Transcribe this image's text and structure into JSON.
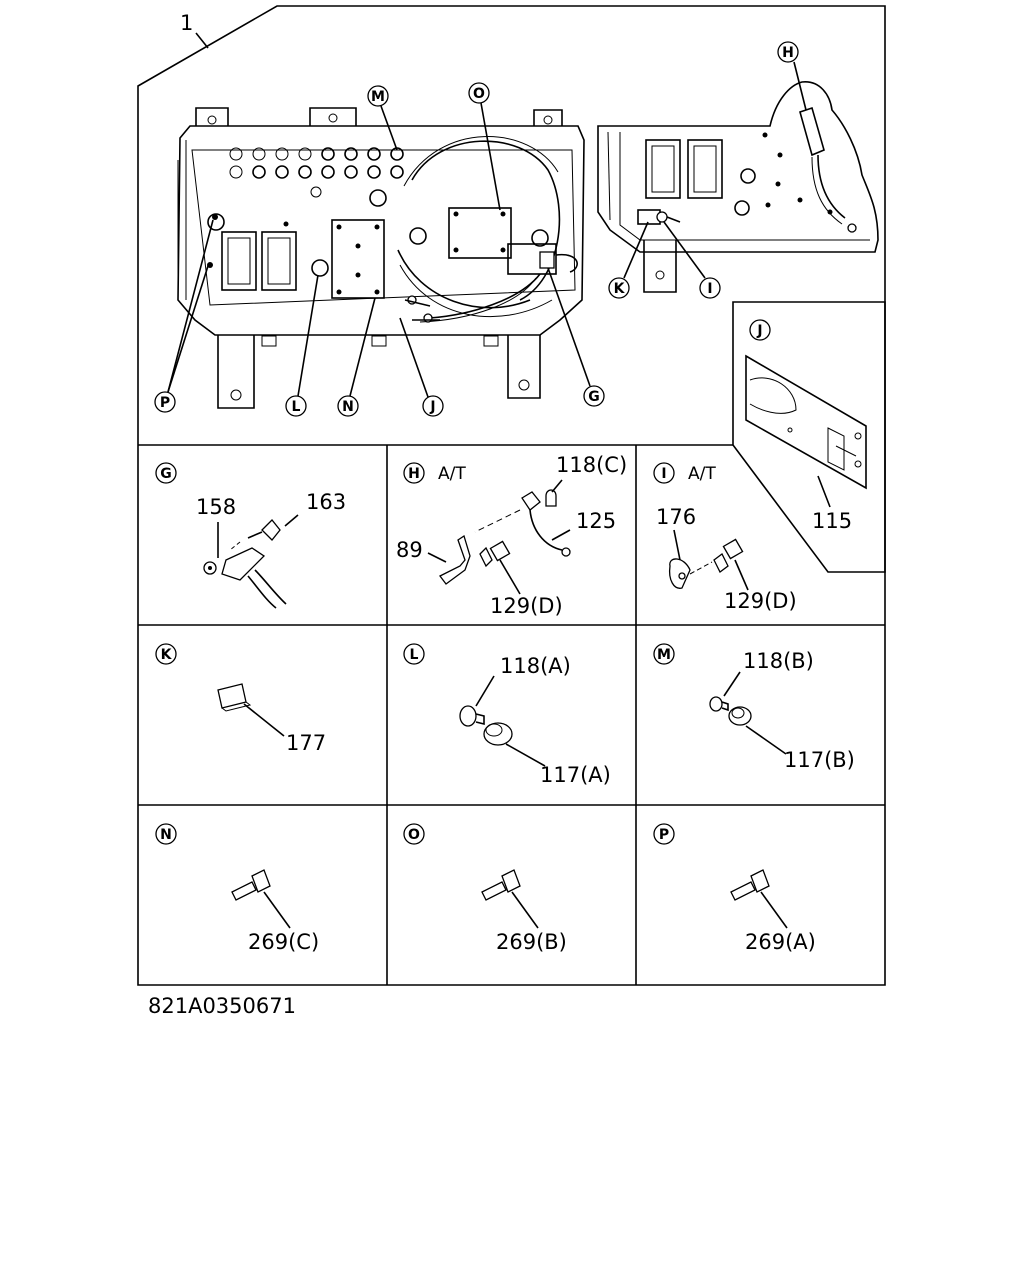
{
  "assembly": {
    "item_number": "1",
    "callouts": {
      "H": "H",
      "M": "M",
      "O": "O",
      "K": "K",
      "I": "I",
      "P": "P",
      "L": "L",
      "N": "N",
      "J": "J",
      "G": "G"
    }
  },
  "detail_panels": {
    "J": {
      "letter": "J",
      "parts": [
        "115"
      ]
    },
    "G": {
      "letter": "G",
      "parts": [
        "158",
        "163"
      ]
    },
    "H": {
      "letter": "H",
      "note": "A/T",
      "parts": [
        "118(C)",
        "125",
        "89",
        "129(D)"
      ]
    },
    "I": {
      "letter": "I",
      "note": "A/T",
      "parts": [
        "176",
        "129(D)"
      ]
    },
    "K": {
      "letter": "K",
      "parts": [
        "177"
      ]
    },
    "L": {
      "letter": "L",
      "parts": [
        "118(A)",
        "117(A)"
      ]
    },
    "M": {
      "letter": "M",
      "parts": [
        "118(B)",
        "117(B)"
      ]
    },
    "N": {
      "letter": "N",
      "parts": [
        "269(C)"
      ]
    },
    "O": {
      "letter": "O",
      "parts": [
        "269(B)"
      ]
    },
    "P": {
      "letter": "P",
      "parts": [
        "269(A)"
      ]
    }
  },
  "drawing_number": "821A0350671"
}
